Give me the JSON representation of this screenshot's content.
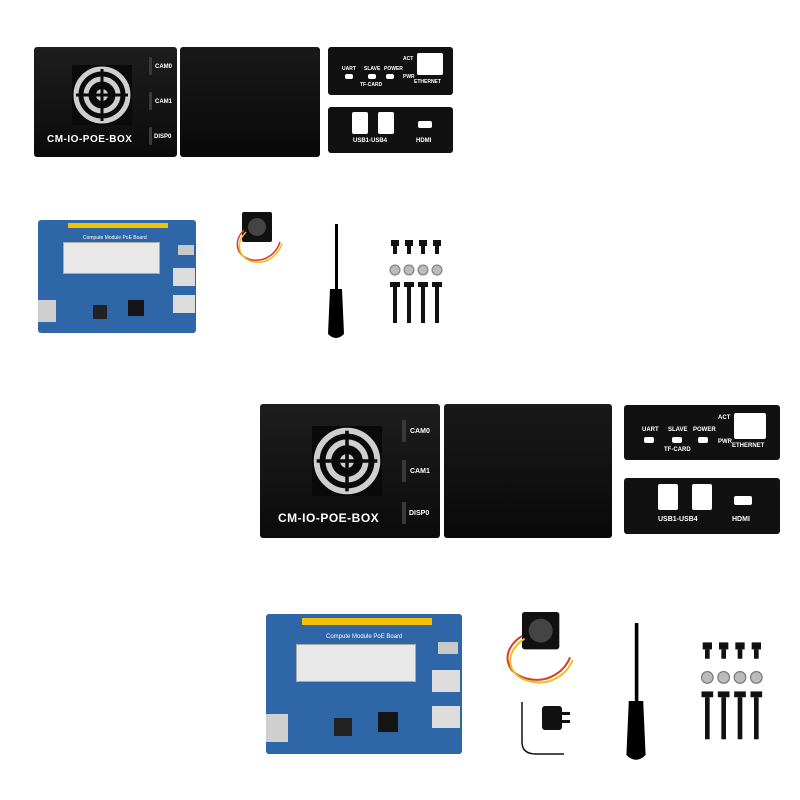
{
  "kit": {
    "enclosure_name": "CM-IO-POE-BOX",
    "cam0_label": "CAM0",
    "cam1_label": "CAM1",
    "disp0_label": "DISP0",
    "front_panel": {
      "uart": "UART",
      "slave": "SLAVE",
      "power": "POWER",
      "tf_card": "TF-CARD",
      "act": "ACT",
      "pwr": "PWR",
      "ethernet": "ETHERNET"
    },
    "rear_panel": {
      "usb": "USB1-USB4",
      "hdmi": "HDMI"
    },
    "board_label": "Compute Module PoE Board"
  },
  "colors": {
    "enclosure": "#111111",
    "pcb": "#2f66a8",
    "header": "#f2c200",
    "cable_red": "#d93a2b",
    "cable_yellow": "#e8c21a"
  }
}
